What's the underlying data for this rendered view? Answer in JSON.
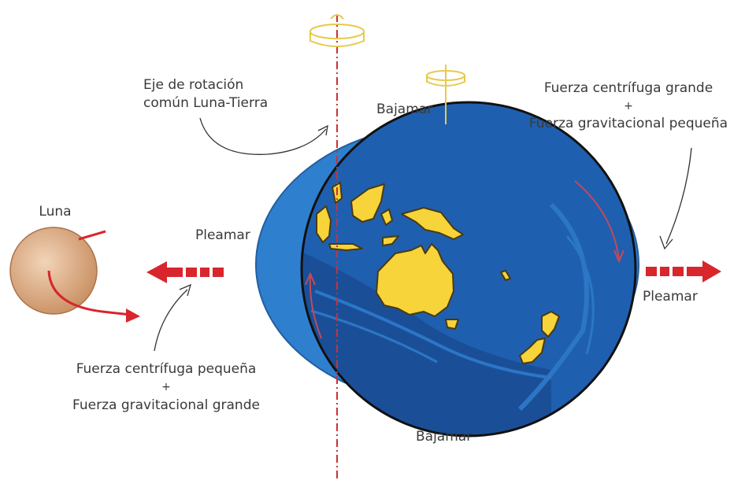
{
  "labels": {
    "moon": "Luna",
    "axis_line1": "Eje de rotación",
    "axis_line2": "común Luna-Tierra",
    "low_tide_top": "Bajamar",
    "low_tide_bottom": "Bajamar",
    "high_tide_left": "Pleamar",
    "high_tide_right": "Pleamar",
    "right_note_line1": "Fuerza centrífuga grande",
    "right_note_plus": "+",
    "right_note_line2": "Fuerza gravitacional pequeña",
    "left_note_line1": "Fuerza centrífuga pequeña",
    "left_note_plus": "+",
    "left_note_line2": "Fuerza gravitacional grande"
  },
  "colors": {
    "ocean_bulge": "#2f7fcf",
    "earth": "#1f5fb0",
    "land": "#f6d43a",
    "moon": "#d8a37a",
    "arrow": "#d8262c",
    "axis": "#cf3030",
    "gyro": "#e8c94a"
  }
}
